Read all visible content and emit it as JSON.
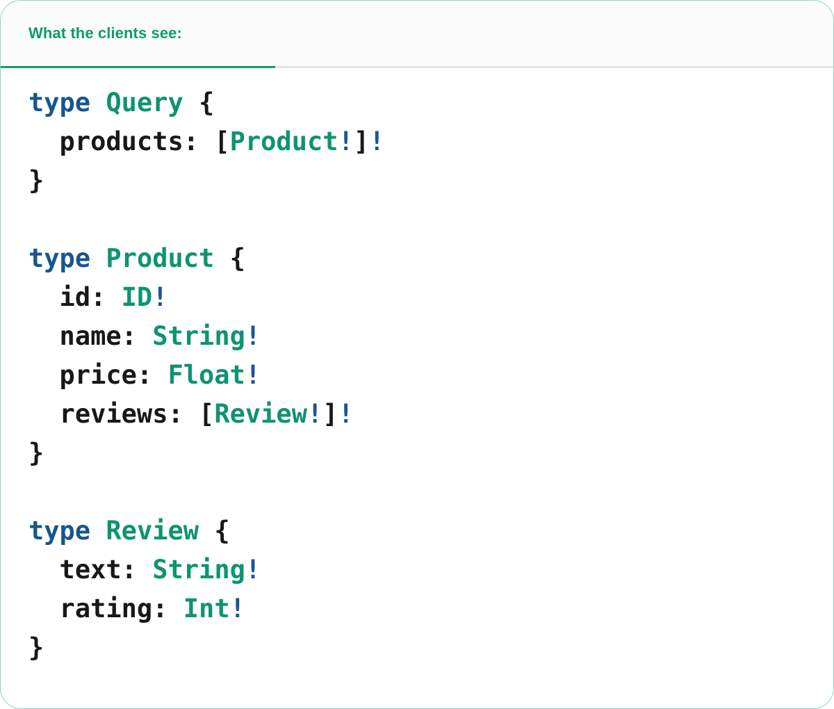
{
  "card": {
    "accent_green": "#0f9a72",
    "header_bg": "#fbfbfb",
    "body_bg": "#ffffff",
    "divider": "#e3e3e5"
  },
  "header": {
    "tab_label": "What the clients see:"
  },
  "code": {
    "language": "graphql",
    "colors": {
      "keyword": "#17568f",
      "type_name": "#0d9470",
      "field_name": "#17181a",
      "punctuation": "#17181a",
      "non_null_bang": "#17549c"
    },
    "lines": [
      {
        "id": "l1",
        "tokens": [
          {
            "t": "type",
            "c": "kw"
          },
          {
            "t": " ",
            "c": "punct"
          },
          {
            "t": "Query",
            "c": "type"
          },
          {
            "t": " {",
            "c": "punct"
          }
        ]
      },
      {
        "id": "l2",
        "tokens": [
          {
            "t": "  products: ",
            "c": "field"
          },
          {
            "t": "[",
            "c": "punct"
          },
          {
            "t": "Product",
            "c": "type"
          },
          {
            "t": "!",
            "c": "bang"
          },
          {
            "t": "]",
            "c": "punct"
          },
          {
            "t": "!",
            "c": "bang"
          }
        ]
      },
      {
        "id": "l3",
        "tokens": [
          {
            "t": "}",
            "c": "punct"
          }
        ]
      },
      {
        "id": "l4",
        "tokens": []
      },
      {
        "id": "l5",
        "tokens": [
          {
            "t": "type",
            "c": "kw"
          },
          {
            "t": " ",
            "c": "punct"
          },
          {
            "t": "Product",
            "c": "type"
          },
          {
            "t": " {",
            "c": "punct"
          }
        ]
      },
      {
        "id": "l6",
        "tokens": [
          {
            "t": "  id: ",
            "c": "field"
          },
          {
            "t": "ID",
            "c": "type"
          },
          {
            "t": "!",
            "c": "bang"
          }
        ]
      },
      {
        "id": "l7",
        "tokens": [
          {
            "t": "  name: ",
            "c": "field"
          },
          {
            "t": "String",
            "c": "type"
          },
          {
            "t": "!",
            "c": "bang"
          }
        ]
      },
      {
        "id": "l8",
        "tokens": [
          {
            "t": "  price: ",
            "c": "field"
          },
          {
            "t": "Float",
            "c": "type"
          },
          {
            "t": "!",
            "c": "bang"
          }
        ]
      },
      {
        "id": "l9",
        "tokens": [
          {
            "t": "  reviews: ",
            "c": "field"
          },
          {
            "t": "[",
            "c": "punct"
          },
          {
            "t": "Review",
            "c": "type"
          },
          {
            "t": "!",
            "c": "bang"
          },
          {
            "t": "]",
            "c": "punct"
          },
          {
            "t": "!",
            "c": "bang"
          }
        ]
      },
      {
        "id": "l10",
        "tokens": [
          {
            "t": "}",
            "c": "punct"
          }
        ]
      },
      {
        "id": "l11",
        "tokens": []
      },
      {
        "id": "l12",
        "tokens": [
          {
            "t": "type",
            "c": "kw"
          },
          {
            "t": " ",
            "c": "punct"
          },
          {
            "t": "Review",
            "c": "type"
          },
          {
            "t": " {",
            "c": "punct"
          }
        ]
      },
      {
        "id": "l13",
        "tokens": [
          {
            "t": "  text: ",
            "c": "field"
          },
          {
            "t": "String",
            "c": "type"
          },
          {
            "t": "!",
            "c": "bang"
          }
        ]
      },
      {
        "id": "l14",
        "tokens": [
          {
            "t": "  rating: ",
            "c": "field"
          },
          {
            "t": "Int",
            "c": "type"
          },
          {
            "t": "!",
            "c": "bang"
          }
        ]
      },
      {
        "id": "l15",
        "tokens": [
          {
            "t": "}",
            "c": "punct"
          }
        ]
      }
    ]
  }
}
